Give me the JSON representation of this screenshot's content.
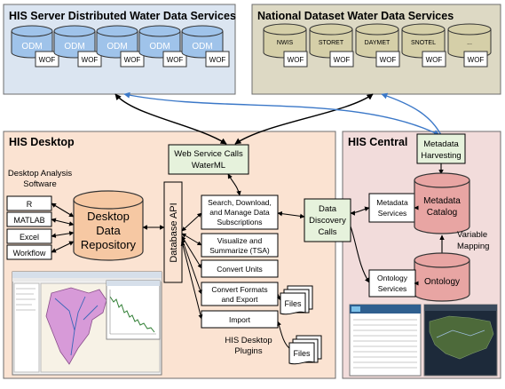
{
  "colors": {
    "server_panel": "#dbe5f1",
    "national_panel": "#ddd9c4",
    "desktop_panel": "#fbe3d2",
    "central_panel": "#f2dcdb",
    "odm_cylinder": "#9fc3ea",
    "national_cylinder": "#d5cfa8",
    "desktop_repo": "#f6c8a3",
    "central_cylinder": "#e8a5a3",
    "green_box": "#e6f2dc",
    "arrow_blue": "#3b78c8"
  },
  "server": {
    "title": "HIS Server Distributed Water Data Services",
    "items": [
      {
        "name": "ODM",
        "wof": "WOF"
      },
      {
        "name": "ODM",
        "wof": "WOF"
      },
      {
        "name": "ODM",
        "wof": "WOF"
      },
      {
        "name": "ODM",
        "wof": "WOF"
      },
      {
        "name": "ODM",
        "wof": "WOF"
      }
    ]
  },
  "national": {
    "title": "National Dataset Water Data Services",
    "items": [
      {
        "name": "NWIS",
        "wof": "WOF"
      },
      {
        "name": "STORET",
        "wof": "WOF"
      },
      {
        "name": "DAYMET",
        "wof": "WOF"
      },
      {
        "name": "SNOTEL",
        "wof": "WOF"
      },
      {
        "name": "...",
        "wof": "WOF"
      }
    ]
  },
  "desktop": {
    "title": "HIS Desktop",
    "analysis_label": [
      "Desktop Analysis",
      "Software"
    ],
    "tools": [
      "R",
      "MATLAB",
      "Excel",
      "Workflow"
    ],
    "repository": [
      "Desktop",
      "Data",
      "Repository"
    ],
    "api": "Database API",
    "web_service": [
      "Web Service Calls",
      "WaterML"
    ],
    "plugins": [
      [
        "Search, Download,",
        "and Manage Data",
        "Subscriptions"
      ],
      [
        "Visualize and",
        "Summarize (TSA)"
      ],
      [
        "Convert Units"
      ],
      [
        "Convert Formats",
        "and Export"
      ],
      [
        "Import"
      ]
    ],
    "files": [
      "Files",
      "Files"
    ],
    "plugins_label": [
      "HIS Desktop",
      "Plugins"
    ],
    "discovery": [
      "Data",
      "Discovery",
      "Calls"
    ]
  },
  "central": {
    "title": "HIS Central",
    "harvesting": [
      "Metadata",
      "Harvesting"
    ],
    "metadata_services": [
      "Metadata",
      "Services"
    ],
    "metadata_catalog": [
      "Metadata",
      "Catalog"
    ],
    "variable_mapping": [
      "Variable",
      "Mapping"
    ],
    "ontology_services": [
      "Ontology",
      "Services"
    ],
    "ontology": "Ontology"
  }
}
